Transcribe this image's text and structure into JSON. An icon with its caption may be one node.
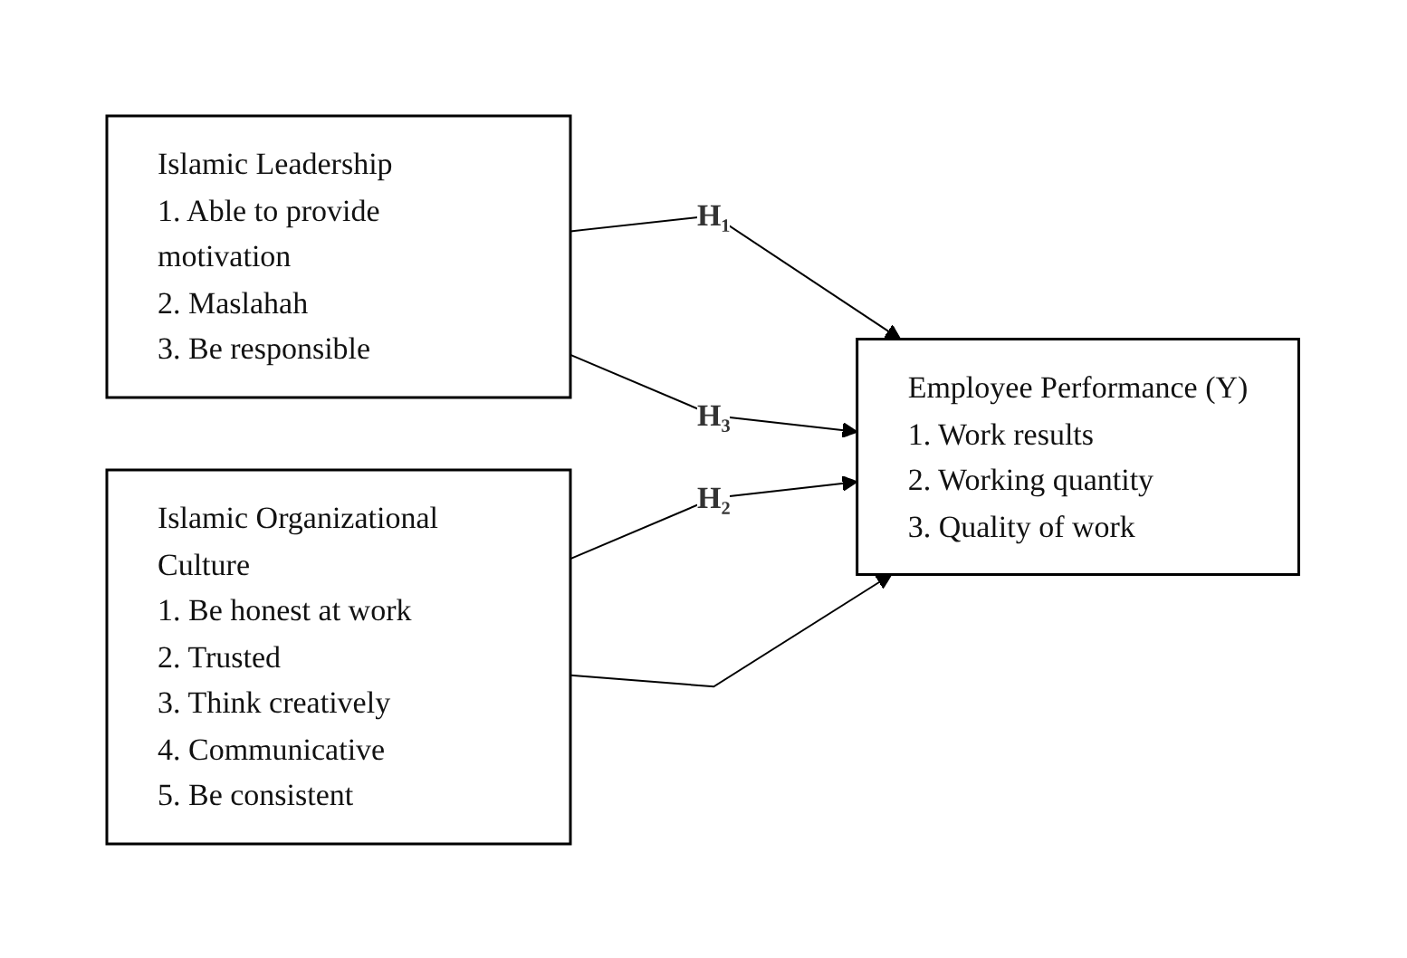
{
  "diagram": {
    "nodes": [
      {
        "text": [
          "Islamic Leadership",
          "1. Able to provide motivation",
          "2. Maslahah",
          "3. Be responsible"
        ]
      },
      {
        "text": [
          "Islamic Organizational Culture",
          "1. Be honest at work",
          "2. Trusted",
          "3. Think creatively",
          "4. Communicative",
          "5. Be consistent"
        ]
      },
      {
        "text": [
          "Employee Performance (Y)",
          "1. Work results",
          "2. Working quantity",
          "3. Quality of work"
        ]
      }
    ],
    "edges": [
      {
        "from": 0,
        "to": 2,
        "arrow": "to",
        "label": "H₁"
      },
      {
        "from": 1,
        "to": 2,
        "arrow": "to",
        "label": "H₂"
      },
      {
        "from": 0,
        "to": 2,
        "arrow": "to",
        "label": "H₃"
      },
      {
        "from": 1,
        "to": 2,
        "arrow": "to"
      }
    ]
  }
}
